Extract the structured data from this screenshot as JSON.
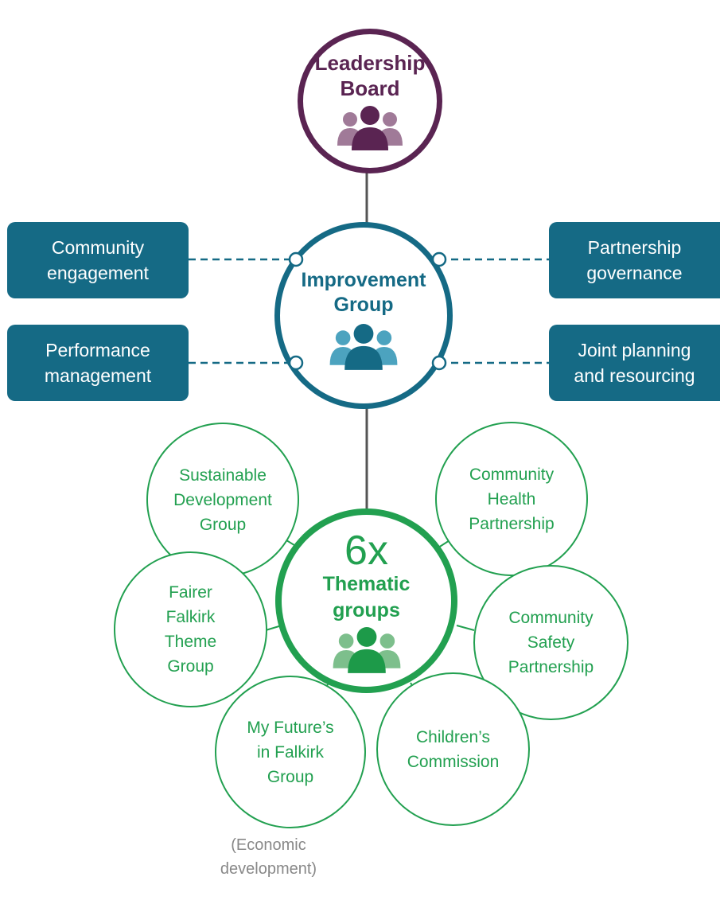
{
  "leadership_board": {
    "line1": "Leadership",
    "line2": "Board",
    "icon": "people-group-icon",
    "color": "#5a2452"
  },
  "improvement_group": {
    "line1": "Improvement",
    "line2": "Group",
    "icon": "people-group-icon",
    "color": "#156a85"
  },
  "thematic_groups": {
    "count": "6x",
    "line1": "Thematic",
    "line2": "groups",
    "icon": "people-group-icon",
    "color": "#22a050"
  },
  "side_boxes": {
    "community": [
      "Community",
      "engagement"
    ],
    "partnership": [
      "Partnership",
      "governance"
    ],
    "performance": [
      "Performance",
      "management"
    ],
    "joint": [
      "Joint planning",
      "and resourcing"
    ]
  },
  "groups": {
    "sustainable": [
      "Sustainable",
      "Development",
      "Group"
    ],
    "health": [
      "Community",
      "Health",
      "Partnership"
    ],
    "fairer": [
      "Fairer",
      "Falkirk",
      "Theme",
      "Group"
    ],
    "safety": [
      "Community",
      "Safety",
      "Partnership"
    ],
    "futures": [
      "My Future’s",
      "in Falkirk",
      "Group"
    ],
    "children": [
      "Children’s",
      "Commission"
    ]
  },
  "futures_note": [
    "(Economic",
    "development)"
  ]
}
